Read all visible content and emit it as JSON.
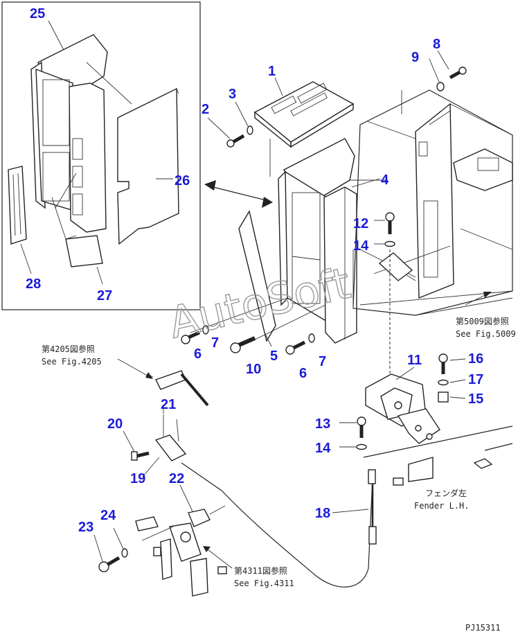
{
  "callouts": {
    "c1": "1",
    "c2": "2",
    "c3": "3",
    "c4": "4",
    "c5": "5",
    "c6a": "6",
    "c6b": "6",
    "c7a": "7",
    "c7b": "7",
    "c8": "8",
    "c9": "9",
    "c10": "10",
    "c11": "11",
    "c12": "12",
    "c13": "13",
    "c14a": "14",
    "c14b": "14",
    "c15": "15",
    "c16": "16",
    "c17": "17",
    "c18": "18",
    "c19": "19",
    "c20": "20",
    "c21": "21",
    "c22": "22",
    "c23": "23",
    "c24": "24",
    "c25": "25",
    "c26": "26",
    "c27": "27",
    "c28": "28"
  },
  "references": {
    "fig5009_jp": "第5009図参照",
    "fig5009_en": "See Fig.5009",
    "fig4205_jp": "第4205図参照",
    "fig4205_en": "See Fig.4205",
    "fig4311_jp": "第4311図参照",
    "fig4311_en": "See Fig.4311",
    "fender_jp": "フェンダ左",
    "fender_en": "Fender L.H."
  },
  "watermark": "AutoSoft",
  "drawing_code": "PJ15311"
}
